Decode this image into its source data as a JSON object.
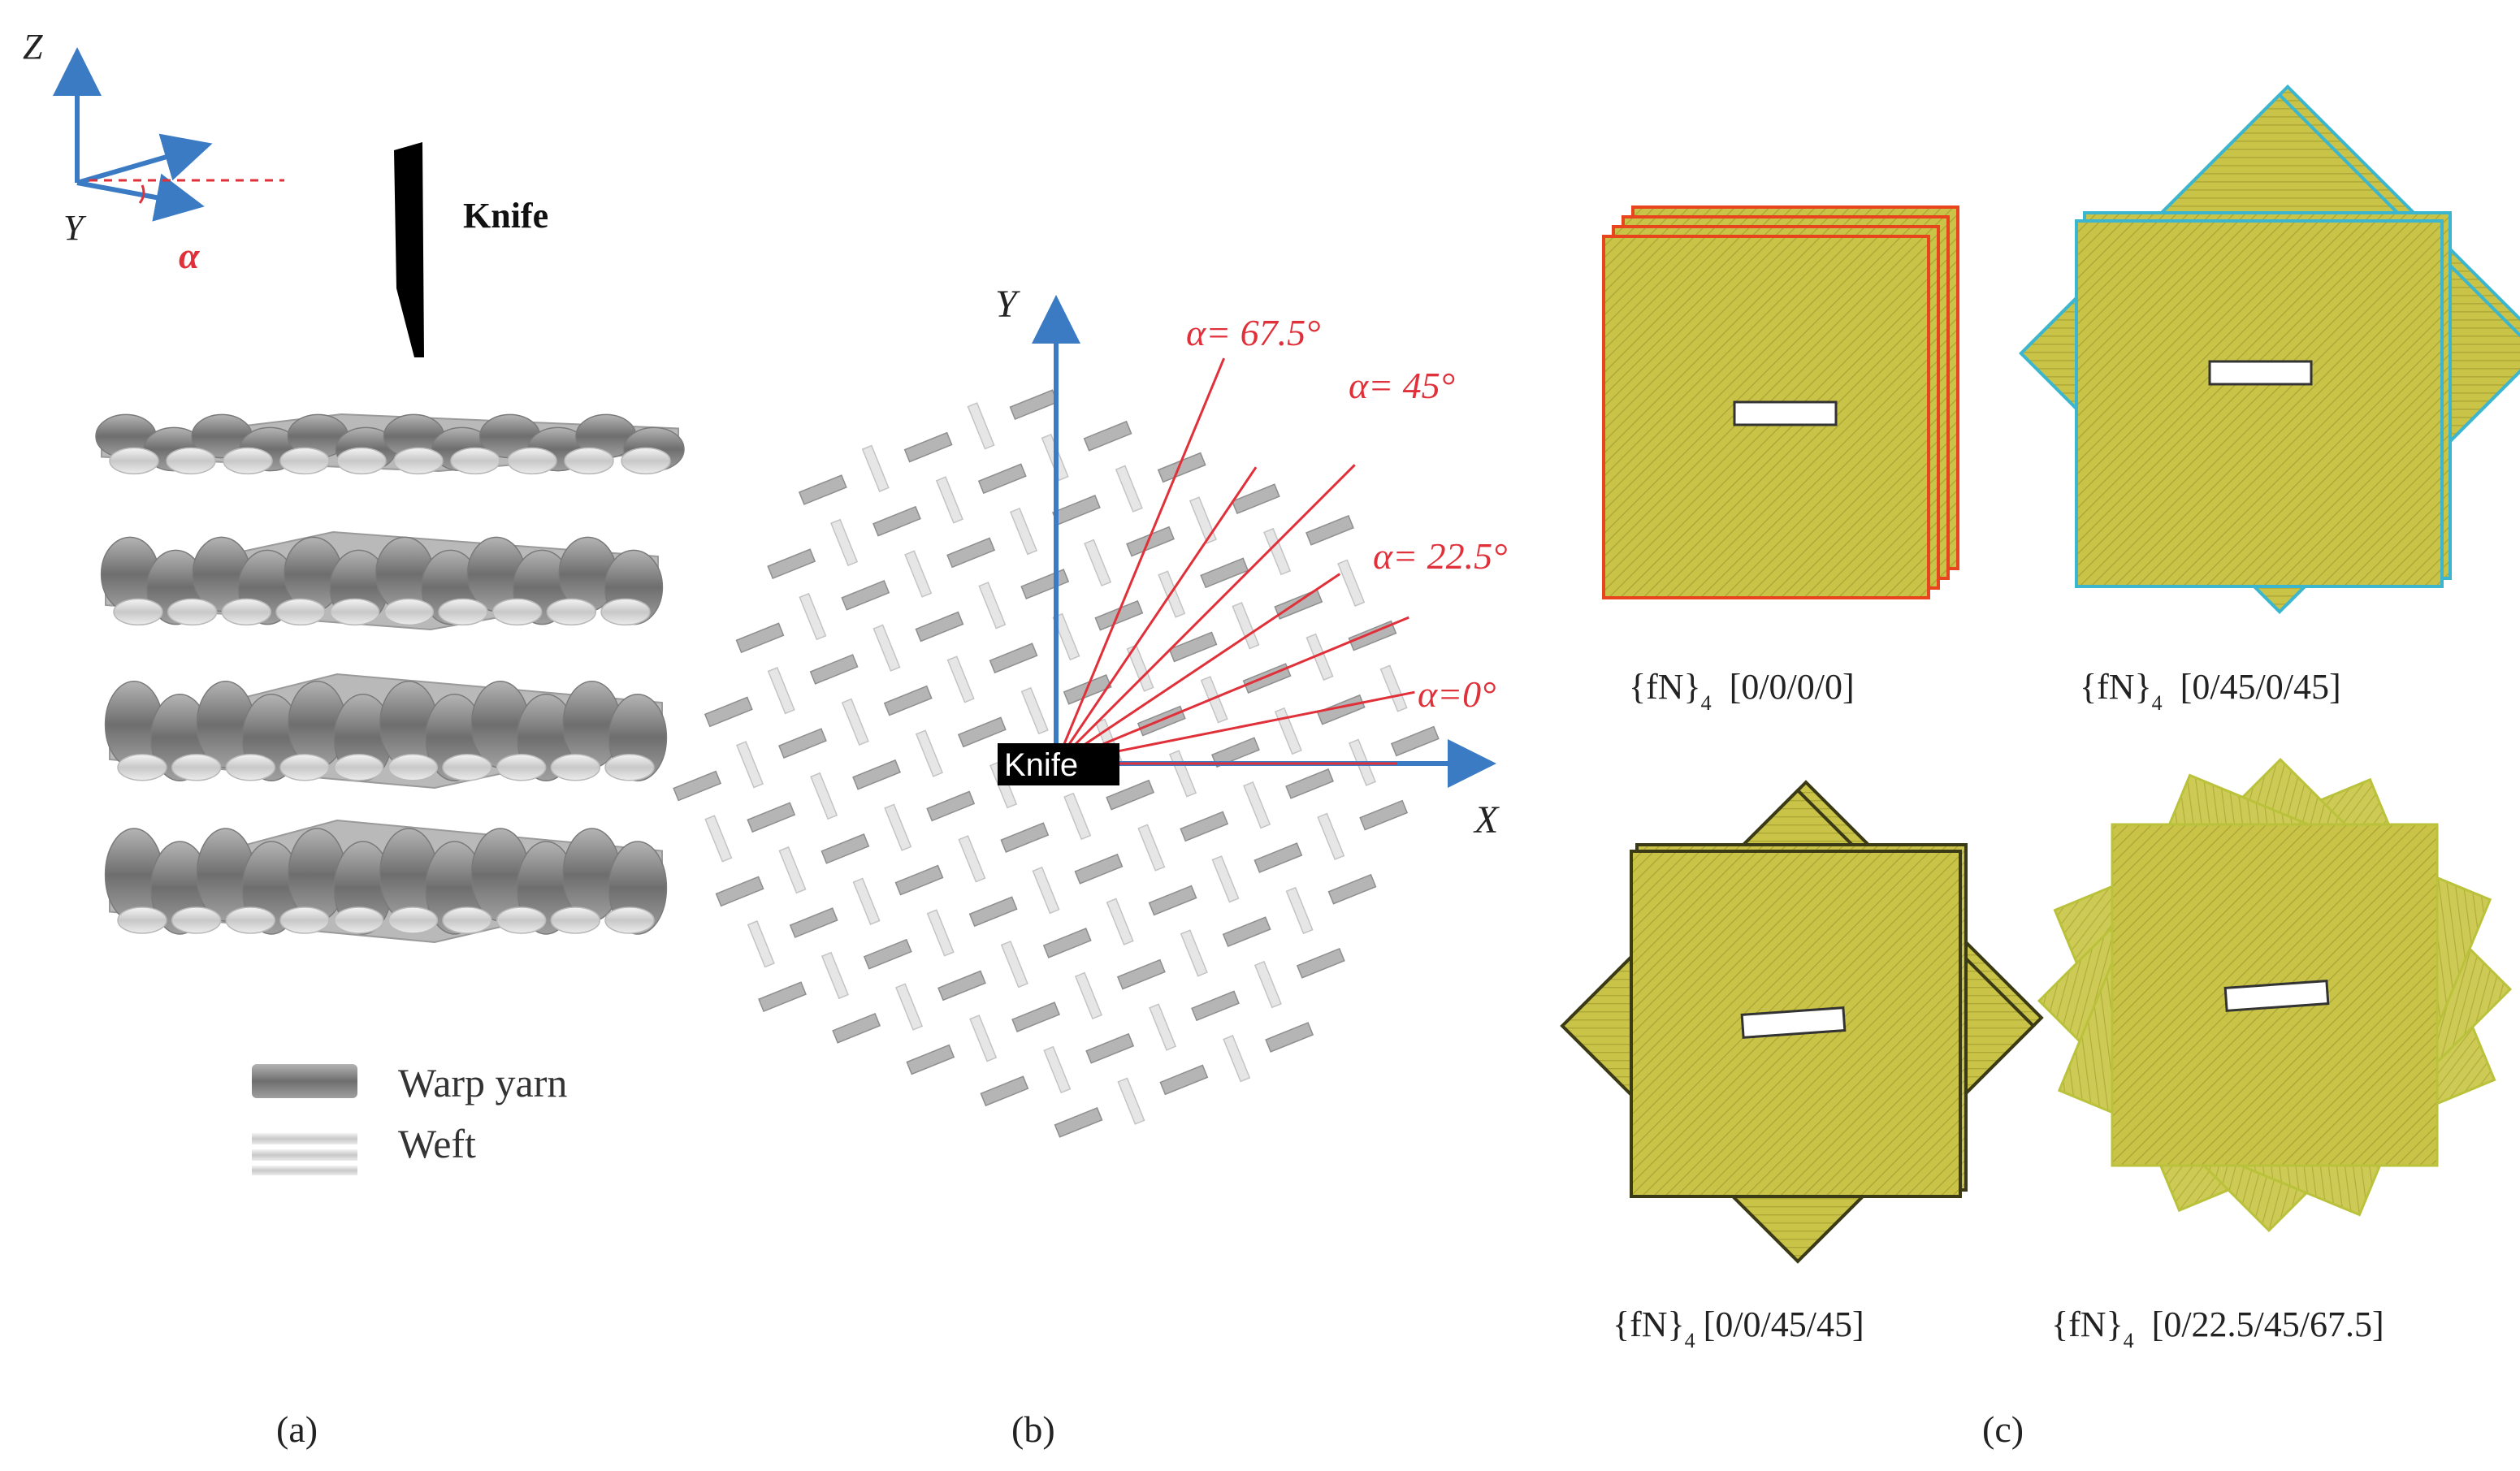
{
  "panel_a": {
    "axis_z": "Z",
    "axis_y": "Y",
    "angle_symbol": "α",
    "knife_label": "Knife",
    "legend": {
      "warp": "Warp yarn",
      "weft": "Weft"
    },
    "caption": "(a)"
  },
  "panel_b": {
    "axis_y": "Y",
    "axis_x": "X",
    "knife_label": "Knife",
    "angle_labels": [
      "α= 67.5°",
      "α= 45°",
      "α= 22.5°",
      "α=0°"
    ],
    "caption": "(b)"
  },
  "panel_c": {
    "stacks": [
      {
        "name": "{fN}",
        "subscript": "4",
        "layup": "[0/0/0/0]",
        "color": "#e8451f"
      },
      {
        "name": "{fN}",
        "subscript": "4",
        "layup": "[0/45/0/45]",
        "color": "#3cb6cf"
      },
      {
        "name": "{fN}",
        "subscript": "4",
        "layup": "[0/0/45/45]",
        "color": "#3a3a16"
      },
      {
        "name": "{fN}",
        "subscript": "4",
        "layup": "[0/22.5/45/67.5]",
        "color": "#b9c23a"
      }
    ],
    "caption": "(c)"
  },
  "colors": {
    "axis_blue": "#3b7bc4",
    "angle_red": "#e0303a",
    "fabric_yellow": "#c9c448",
    "warp_gray": "#8c8c8c",
    "weft_gray": "#d6d6d6"
  }
}
